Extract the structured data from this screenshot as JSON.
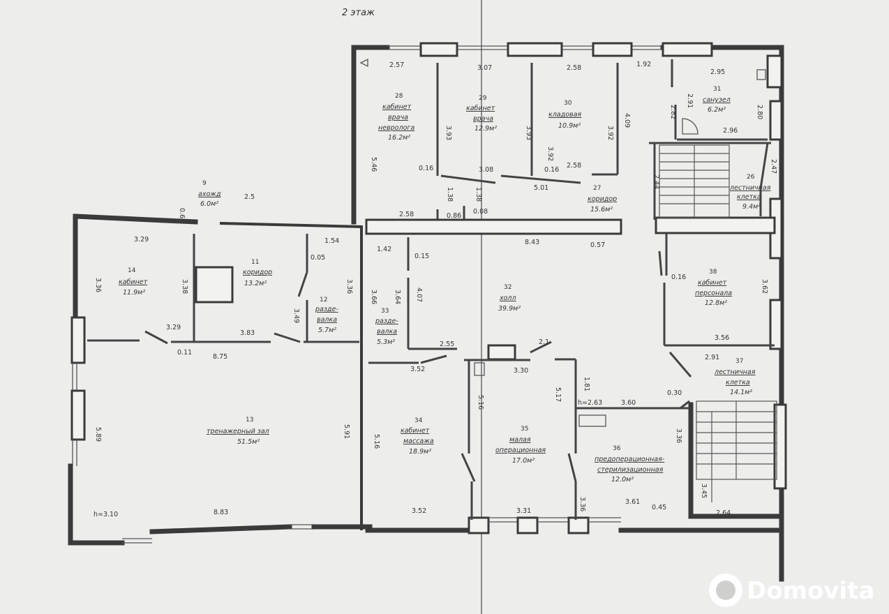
{
  "floor_label": "2 этаж",
  "logo": {
    "text": "Domovita",
    "icon": "domovita-logo-icon"
  },
  "rooms": [
    {
      "id": "9",
      "num": "9",
      "name": "ахожд",
      "area": "6.0м²"
    },
    {
      "id": "11",
      "num": "11",
      "name": "коридор",
      "area": "13.2м²"
    },
    {
      "id": "12",
      "num": "12",
      "name": "разде-",
      "name2": "валка",
      "area": "5.7м²"
    },
    {
      "id": "13",
      "num": "13",
      "name": "тренажерный зал",
      "area": "51.5м²"
    },
    {
      "id": "14",
      "num": "14",
      "name": "кабинет",
      "area": "11.9м²"
    },
    {
      "id": "26",
      "num": "26",
      "name": "лестничная",
      "name2": "клетка",
      "area": "9.4м²"
    },
    {
      "id": "27",
      "num": "27",
      "name": "коридор",
      "area": "15.6м²"
    },
    {
      "id": "28",
      "num": "28",
      "name": "кабинет",
      "name2": "врача",
      "name3": "невролога",
      "area": "16.2м²"
    },
    {
      "id": "29",
      "num": "29",
      "name": "кабинет",
      "name2": "врача",
      "area": "12.9м²"
    },
    {
      "id": "30",
      "num": "30",
      "name": "кладовая",
      "area": "10.9м²"
    },
    {
      "id": "31",
      "num": "31",
      "name": "санузел",
      "area": "6.2м²"
    },
    {
      "id": "32",
      "num": "32",
      "name": "холл",
      "area": "39.9м²"
    },
    {
      "id": "33",
      "num": "33",
      "name": "разде-",
      "name2": "валка",
      "area": "5.3м²"
    },
    {
      "id": "34",
      "num": "34",
      "name": "кабинет",
      "name2": "массажа",
      "area": "18.9м²"
    },
    {
      "id": "35",
      "num": "35",
      "name": "малая",
      "name2": "операционная",
      "area": "17.0м²"
    },
    {
      "id": "36",
      "num": "36",
      "name": "предоперационная-",
      "name2": "стерилизационная",
      "area": "12.0м²"
    },
    {
      "id": "37",
      "num": "37",
      "name": "лестничная",
      "name2": "клетка",
      "area": "14.1м²"
    },
    {
      "id": "38",
      "num": "38",
      "name": "кабинет",
      "name2": "персонала",
      "area": "12.8м²"
    }
  ],
  "dimensions": [
    "2.57",
    "3.07",
    "2.58",
    "1.92",
    "2.95",
    "3.93",
    "3.93",
    "3.92",
    "4.09",
    "2.82",
    "2.91",
    "2.80",
    "2.96",
    "5.46",
    "0.16",
    "3.08",
    "0.16",
    "2.58",
    "3.92",
    "1.38",
    "1.38",
    "5.01",
    "2.44",
    "2.47",
    "2.58",
    "0.86",
    "0.08",
    "2.5",
    "0.6",
    "3.29",
    "1.54",
    "8.43",
    "0.57",
    "1.42",
    "0.15",
    "3.36",
    "3.38",
    "0.05",
    "3.36",
    "3.66",
    "3.64",
    "4.07",
    "0.16",
    "3.62",
    "3.29",
    "3.83",
    "3.49",
    "2.55",
    "2.1",
    "3.56",
    "0.11",
    "8.75",
    "3.52",
    "3.30",
    "2.91",
    "1.81",
    "5.17",
    "5.16",
    "h=2.63",
    "3.60",
    "0.30",
    "5.89",
    "5.91",
    "5.16",
    "3.36",
    "3.45",
    "h=3.10",
    "8.83",
    "3.52",
    "3.31",
    "3.36",
    "3.61",
    "0.45",
    "2.64"
  ]
}
